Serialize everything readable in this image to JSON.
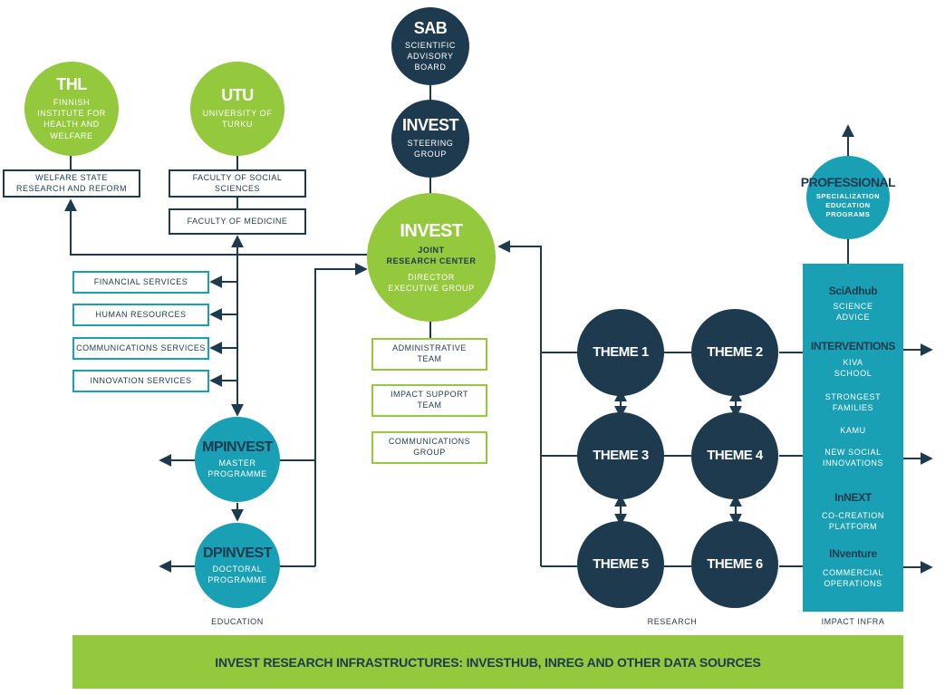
{
  "sab": {
    "title": "SAB",
    "subtitle": "SCIENTIFIC\nADVISORY\nBOARD"
  },
  "steering": {
    "title": "INVEST",
    "subtitle": "STEERING\nGROUP"
  },
  "thl": {
    "title": "THL",
    "subtitle": "FINNISH\nINSTITUTE FOR\nHEALTH AND\nWELFARE"
  },
  "utu": {
    "title": "UTU",
    "subtitle": "UNIVERSITY OF\nTURKU"
  },
  "center": {
    "title": "INVEST",
    "line1": "JOINT\nRESEARCH CENTER",
    "line2": "DIRECTOR\nEXECUTIVE GROUP"
  },
  "professional": {
    "title": "PROFESSIONAL",
    "subtitle": "SPECIALIZATION\nEDUCATION\nPROGRAMS"
  },
  "mpinvest": {
    "title": "MPINVEST",
    "subtitle": "MASTER\nPROGRAMME"
  },
  "dpinvest": {
    "title": "DPINVEST",
    "subtitle": "DOCTORAL\nPROGRAMME"
  },
  "themes": [
    "THEME 1",
    "THEME 2",
    "THEME 3",
    "THEME 4",
    "THEME 5",
    "THEME 6"
  ],
  "boxes": {
    "welfare": "WELFARE STATE\nRESEARCH AND REFORM",
    "faculty_social": "FACULTY OF SOCIAL\nSCIENCES",
    "faculty_medicine": "FACULTY OF MEDICINE",
    "financial": "FINANCIAL SERVICES",
    "human": "HUMAN RESOURCES",
    "communications": "COMMUNICATIONS SERVICES",
    "innovation": "INNOVATION SERVICES",
    "admin": "ADMINISTRATIVE\nTEAM",
    "impact_support": "IMPACT SUPPORT\nTEAM",
    "comm_group": "COMMUNICATIONS\nGROUP"
  },
  "panel": {
    "sciadhub": "SciAdhub",
    "science_advice": "SCIENCE\nADVICE",
    "interventions": "INTERVENTIONS",
    "kiva": "KIVA\nSCHOOL",
    "strongest": "STRONGEST\nFAMILIES",
    "kamu": "KAMU",
    "new_social": "NEW SOCIAL\nINNOVATIONS",
    "innext": "InNEXT",
    "cocreation": "CO-CREATION\nPLATFORM",
    "inventure": "INventure",
    "commercial": "COMMERCIAL\nOPERATIONS"
  },
  "labels": {
    "education": "EDUCATION",
    "research": "RESEARCH",
    "impact_infra": "IMPACT INFRA"
  },
  "footer": "INVEST RESEARCH INFRASTRUCTURES: INVESTHUB, INREG AND OTHER DATA SOURCES",
  "colors": {
    "green": "#94c83d",
    "navy": "#1d3a4e",
    "teal": "#1aa0b4"
  }
}
